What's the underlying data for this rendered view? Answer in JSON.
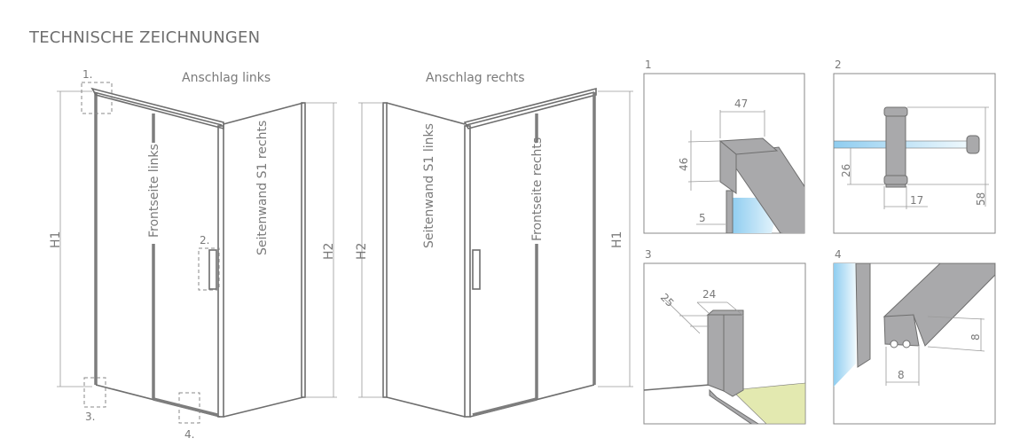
{
  "title": "TECHNISCHE ZEICHNUNGEN",
  "colors": {
    "glass": "#8fcdf0",
    "floor": "#e3e9b0",
    "metal": "#a9a9ab",
    "line": "#6e6e6e"
  },
  "left_drawing": {
    "caption": "Anschlag links",
    "front_label": "Frontseite links",
    "side_label": "Seitenwand S1 rechts",
    "dim_h1": "H1",
    "dim_h2": "H2",
    "callouts": [
      "1.",
      "2.",
      "3.",
      "4."
    ]
  },
  "right_drawing": {
    "caption": "Anschlag rechts",
    "front_label": "Frontseite rechts",
    "side_label": "Seitenwand S1 links",
    "dim_h1": "H1",
    "dim_h2": "H2"
  },
  "details": [
    {
      "number": "1",
      "dims": [
        "47",
        "46",
        "5"
      ]
    },
    {
      "number": "2",
      "dims": [
        "26",
        "17",
        "58"
      ]
    },
    {
      "number": "3",
      "dims": [
        "25",
        "24"
      ]
    },
    {
      "number": "4",
      "dims": [
        "8",
        "8"
      ]
    }
  ]
}
